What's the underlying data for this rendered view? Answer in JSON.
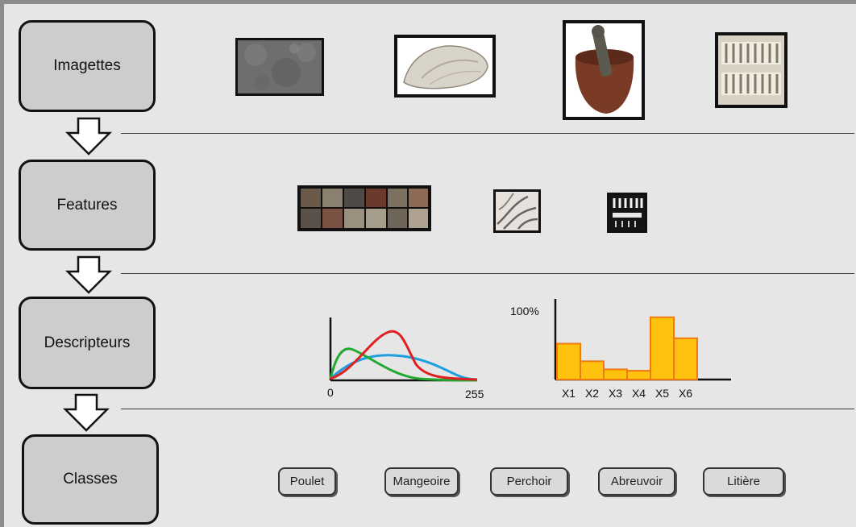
{
  "stages": {
    "imagettes": "Imagettes",
    "features": "Features",
    "descripteurs": "Descripteurs",
    "classes": "Classes"
  },
  "histogram_chart": {
    "x_start_label": "0",
    "x_end_label": "255",
    "series_colors": [
      "#e02020",
      "#22aa33",
      "#1f9fe0"
    ]
  },
  "chart_data": {
    "type": "bar",
    "categories": [
      "X1",
      "X2",
      "X3",
      "X4",
      "X5",
      "X6"
    ],
    "values": [
      53,
      27,
      15,
      13,
      92,
      61
    ],
    "ylabel": "100%",
    "ylim": [
      0,
      100
    ],
    "bar_color": "#ffc20e",
    "bar_edge_color": "#f07a10"
  },
  "class_labels": [
    "Poulet",
    "Mangeoire",
    "Perchoir",
    "Abreuvoir",
    "Litière"
  ]
}
